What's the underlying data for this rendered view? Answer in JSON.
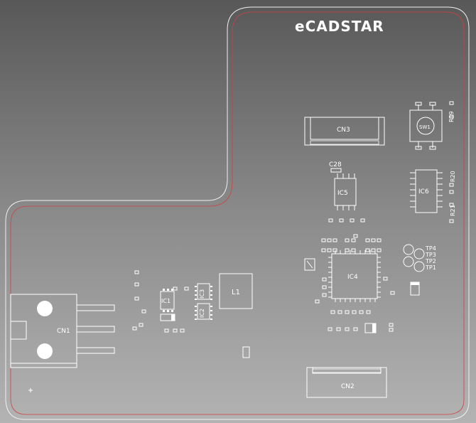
{
  "brand": {
    "logo_text": "eCADSTAR"
  },
  "colors": {
    "outline": "#ffffff",
    "keepout": "#d04040",
    "silk": "#ffffff"
  },
  "connectors": {
    "cn1": "CN1",
    "cn2": "CN2",
    "cn3": "CN3"
  },
  "ics": {
    "ic1": "IC1",
    "ic2": "IC2",
    "ic3": "IC3",
    "ic4": "IC4",
    "ic5": "IC5",
    "ic6": "IC6"
  },
  "switch": {
    "sw1": "SW1"
  },
  "inductor": {
    "l1": "L1"
  },
  "test_points": [
    "TP4",
    "TP3",
    "TP2",
    "TP1"
  ],
  "refs": {
    "c28": "C28",
    "r19": "R19",
    "r20": "R20",
    "r21": "R21"
  }
}
